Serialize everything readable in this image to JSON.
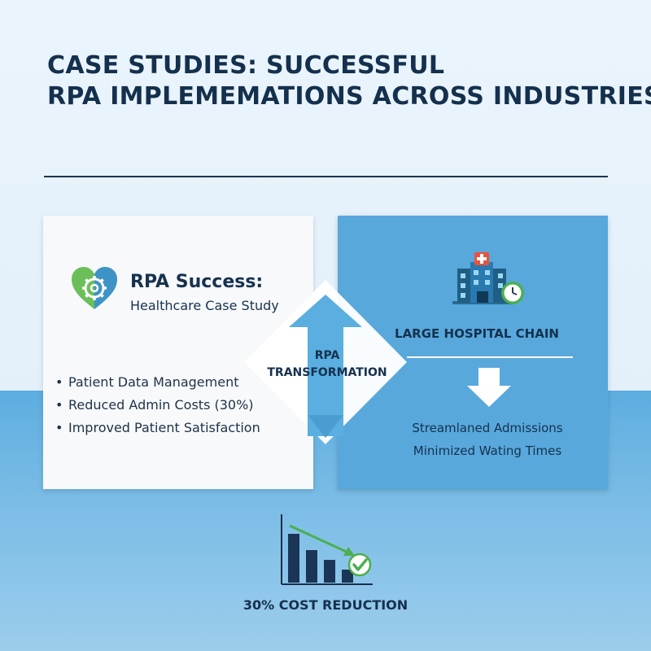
{
  "title": {
    "line1": "CASE STUDIES:  SUCCESSFUL",
    "line2": "RPA IMPLEMEMATIONS ACROSS INDUSTRIES"
  },
  "left_card": {
    "heading": "RPA Success:",
    "subheading": "Healthcare Case Study",
    "bullets": [
      "Patient Data Management",
      "Reduced Admin Costs (30%)",
      "Improved Patient Satisfaction"
    ]
  },
  "transformation": {
    "line1": "RPA",
    "line2": "TRANSFORMATION"
  },
  "right_card": {
    "heading": "LARGE HOSPITAL CHAIN",
    "results": [
      "Streamlaned Admissions",
      "Minimized Wating Times"
    ]
  },
  "cost": {
    "label": "30% COST REDUCTION"
  },
  "icons": {
    "heart": "heart-gear-icon",
    "hospital": "hospital-clock-icon",
    "arrow": "down-arrow-icon",
    "cost": "bar-chart-check-icon"
  },
  "colors": {
    "navy": "#15314e",
    "card_blue": "#58a8dc",
    "arrow_blue": "#5aaee0",
    "green": "#4caf50",
    "heart_teal": "#3e93c6",
    "heart_green": "#6bbf59"
  }
}
